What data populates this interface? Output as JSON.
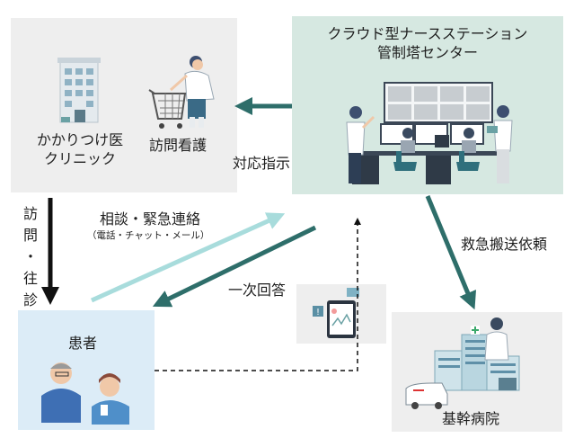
{
  "clinic": {
    "line1": "かかりつけ医",
    "line2": "クリニック"
  },
  "nurse": {
    "label": "訪問看護"
  },
  "center": {
    "line1": "クラウド型ナースステーション",
    "line2": "管制塔センター"
  },
  "patient": {
    "label": "患者"
  },
  "hospital": {
    "label": "基幹病院"
  },
  "arrows": {
    "instruction": "対応指示",
    "visit_chars": [
      "訪",
      "問",
      "・",
      "往",
      "診"
    ],
    "consult": "相談・緊急連絡",
    "consult_sub": "（電話・チャット・メール）",
    "first_reply": "一次回答",
    "transport": "救急搬送依頼"
  },
  "colors": {
    "teal_dark": "#2e6e6a",
    "teal_light": "#a8dcdc",
    "center_bg": "#d6e8e1",
    "gray_bg": "#eeeeee",
    "patient_bg": "#dcecf7"
  }
}
